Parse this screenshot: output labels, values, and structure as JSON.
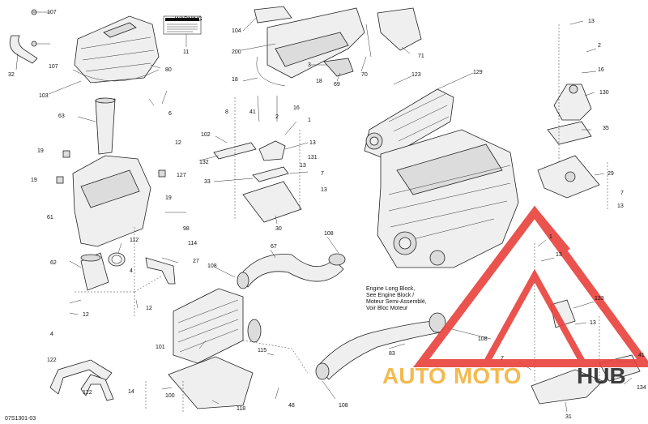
{
  "diagram_code": "07S1301-03",
  "engine_note": [
    "Engine Long Block,",
    "See Engine Block /",
    "Moteur Semi-Assemblé,",
    "Voir Bloc Moteur"
  ],
  "watermark": {
    "auto": "AUTO",
    "moto": "MOTO",
    "hub": "HUB",
    "colors": {
      "red": "#e8413b",
      "gold": "#f2b33d",
      "dark": "#2b2b2b"
    }
  },
  "callouts": {
    "c107a": "107",
    "c107b": "107",
    "c32": "32",
    "c80": "80",
    "c103": "103",
    "c11": "11",
    "c104": "104",
    "c200": "200",
    "c3": "3",
    "c70": "70",
    "c71": "71",
    "c18a": "18",
    "c18b": "18",
    "c69": "69",
    "c13a": "13",
    "c2a": "2",
    "c16a": "16",
    "c130": "130",
    "c35": "35",
    "c29": "29",
    "c7a": "7",
    "c13b": "13",
    "c123": "123",
    "c129": "129",
    "c63": "63",
    "c8": "8",
    "c41": "41",
    "c2b": "2",
    "c16b": "16",
    "c1a": "1",
    "c6": "6",
    "c102": "102",
    "c12a": "12",
    "c132": "132",
    "c131": "131",
    "c13c": "13",
    "c13d": "13",
    "c7b": "7",
    "c13e": "13",
    "c19a": "19",
    "c19b": "19",
    "c19c": "19",
    "c127": "127",
    "c33": "33",
    "c61": "61",
    "c30": "30",
    "c98": "98",
    "c114": "114",
    "c112": "112",
    "c27": "27",
    "c62": "62",
    "c4a": "4",
    "c108a": "108",
    "c67": "67",
    "c108b": "108",
    "c1b": "1",
    "c13f": "13",
    "c12b": "12",
    "c12c": "12",
    "c4b": "4",
    "c101": "101",
    "c133": "133",
    "c13g": "13",
    "c108c": "108",
    "c83": "83",
    "c115": "115",
    "c7c": "7",
    "c122a": "122",
    "c122b": "122",
    "c14": "14",
    "c100": "100",
    "c118": "118",
    "c48": "48",
    "c108d": "108",
    "c41b": "41",
    "c134": "134",
    "c31": "31"
  },
  "label_text": {
    "l1": "WARNING",
    "l2": "AVERTISSEMENT"
  }
}
